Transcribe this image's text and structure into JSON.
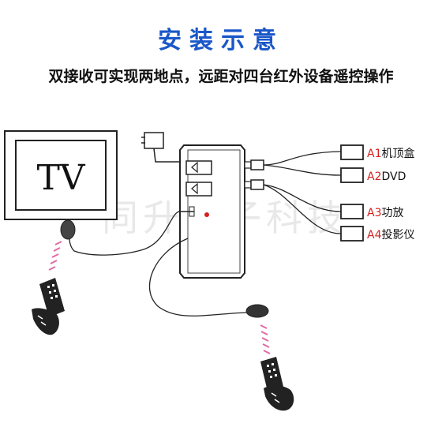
{
  "title": "安装示意",
  "subtitle": "双接收可实现两地点，远距对四台红外设备遥控操作",
  "tv_label": "TV",
  "watermark": "同升电子科技",
  "devices": [
    {
      "prefix": "A1",
      "name": "机顶盒"
    },
    {
      "prefix": "A2",
      "name": "DVD"
    },
    {
      "prefix": "A3",
      "name": "功放"
    },
    {
      "prefix": "A4",
      "name": "投影仪"
    }
  ],
  "colors": {
    "title": "#1a57c8",
    "device_prefix": "#d42020",
    "line": "#222222",
    "signal_waves": "#e06aa6",
    "led": "#d42020"
  },
  "icons": [
    "power-adapter-icon",
    "ir-receiver-icon",
    "remote-hand-icon",
    "ir-emitter-icon"
  ]
}
